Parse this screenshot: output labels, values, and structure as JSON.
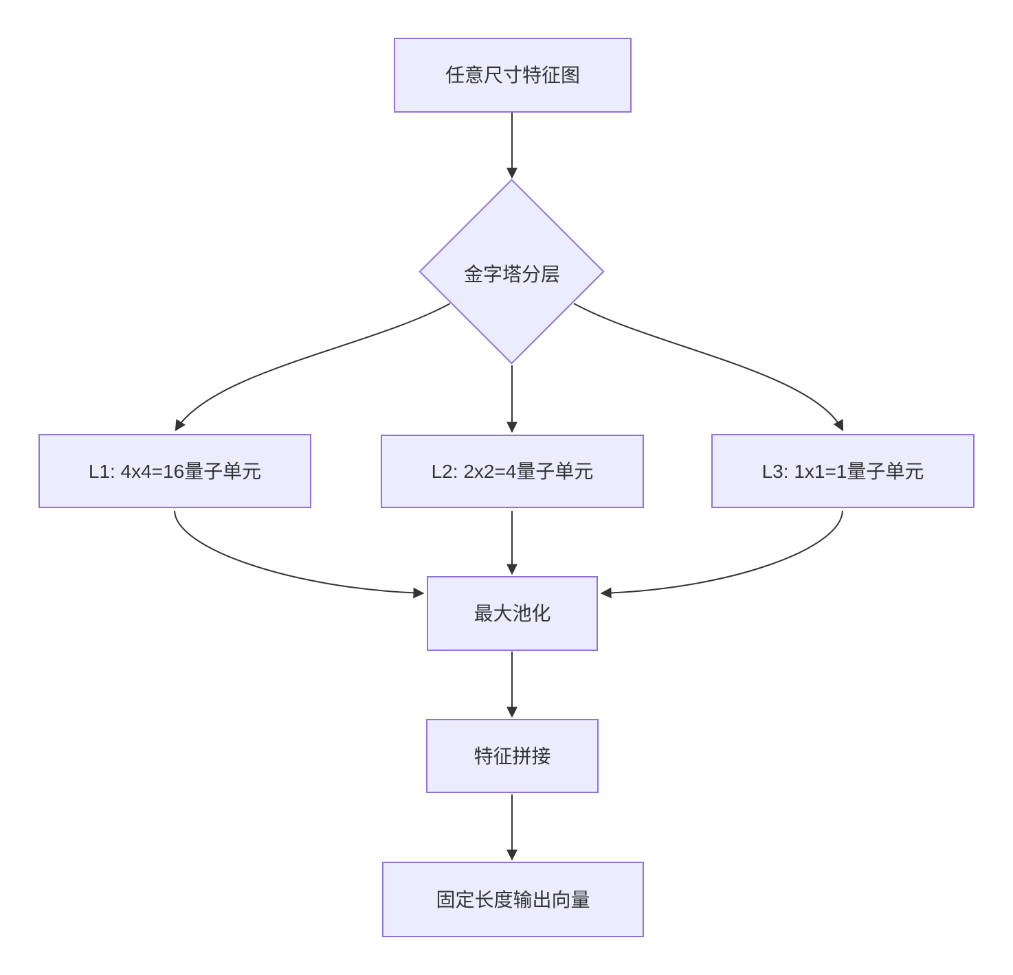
{
  "palette": {
    "background": "#ffffff",
    "node_fill": "#ECECFF",
    "node_border": "#9370DB",
    "edge_color": "#333333",
    "text_color": "#333333"
  },
  "nodes": {
    "input": {
      "label": "任意尺寸特征图"
    },
    "pyramid": {
      "label": "金字塔分层"
    },
    "l1": {
      "label": "L1: 4x4=16量子单元"
    },
    "l2": {
      "label": "L2: 2x2=4量子单元"
    },
    "l3": {
      "label": "L3: 1x1=1量子单元"
    },
    "maxpool": {
      "label": "最大池化"
    },
    "concat": {
      "label": "特征拼接"
    },
    "output": {
      "label": "固定长度输出向量"
    }
  },
  "edges": [
    {
      "from": "input",
      "to": "pyramid"
    },
    {
      "from": "pyramid",
      "to": "l1"
    },
    {
      "from": "pyramid",
      "to": "l2"
    },
    {
      "from": "pyramid",
      "to": "l3"
    },
    {
      "from": "l1",
      "to": "maxpool"
    },
    {
      "from": "l2",
      "to": "maxpool"
    },
    {
      "from": "l3",
      "to": "maxpool"
    },
    {
      "from": "maxpool",
      "to": "concat"
    },
    {
      "from": "concat",
      "to": "output"
    }
  ]
}
